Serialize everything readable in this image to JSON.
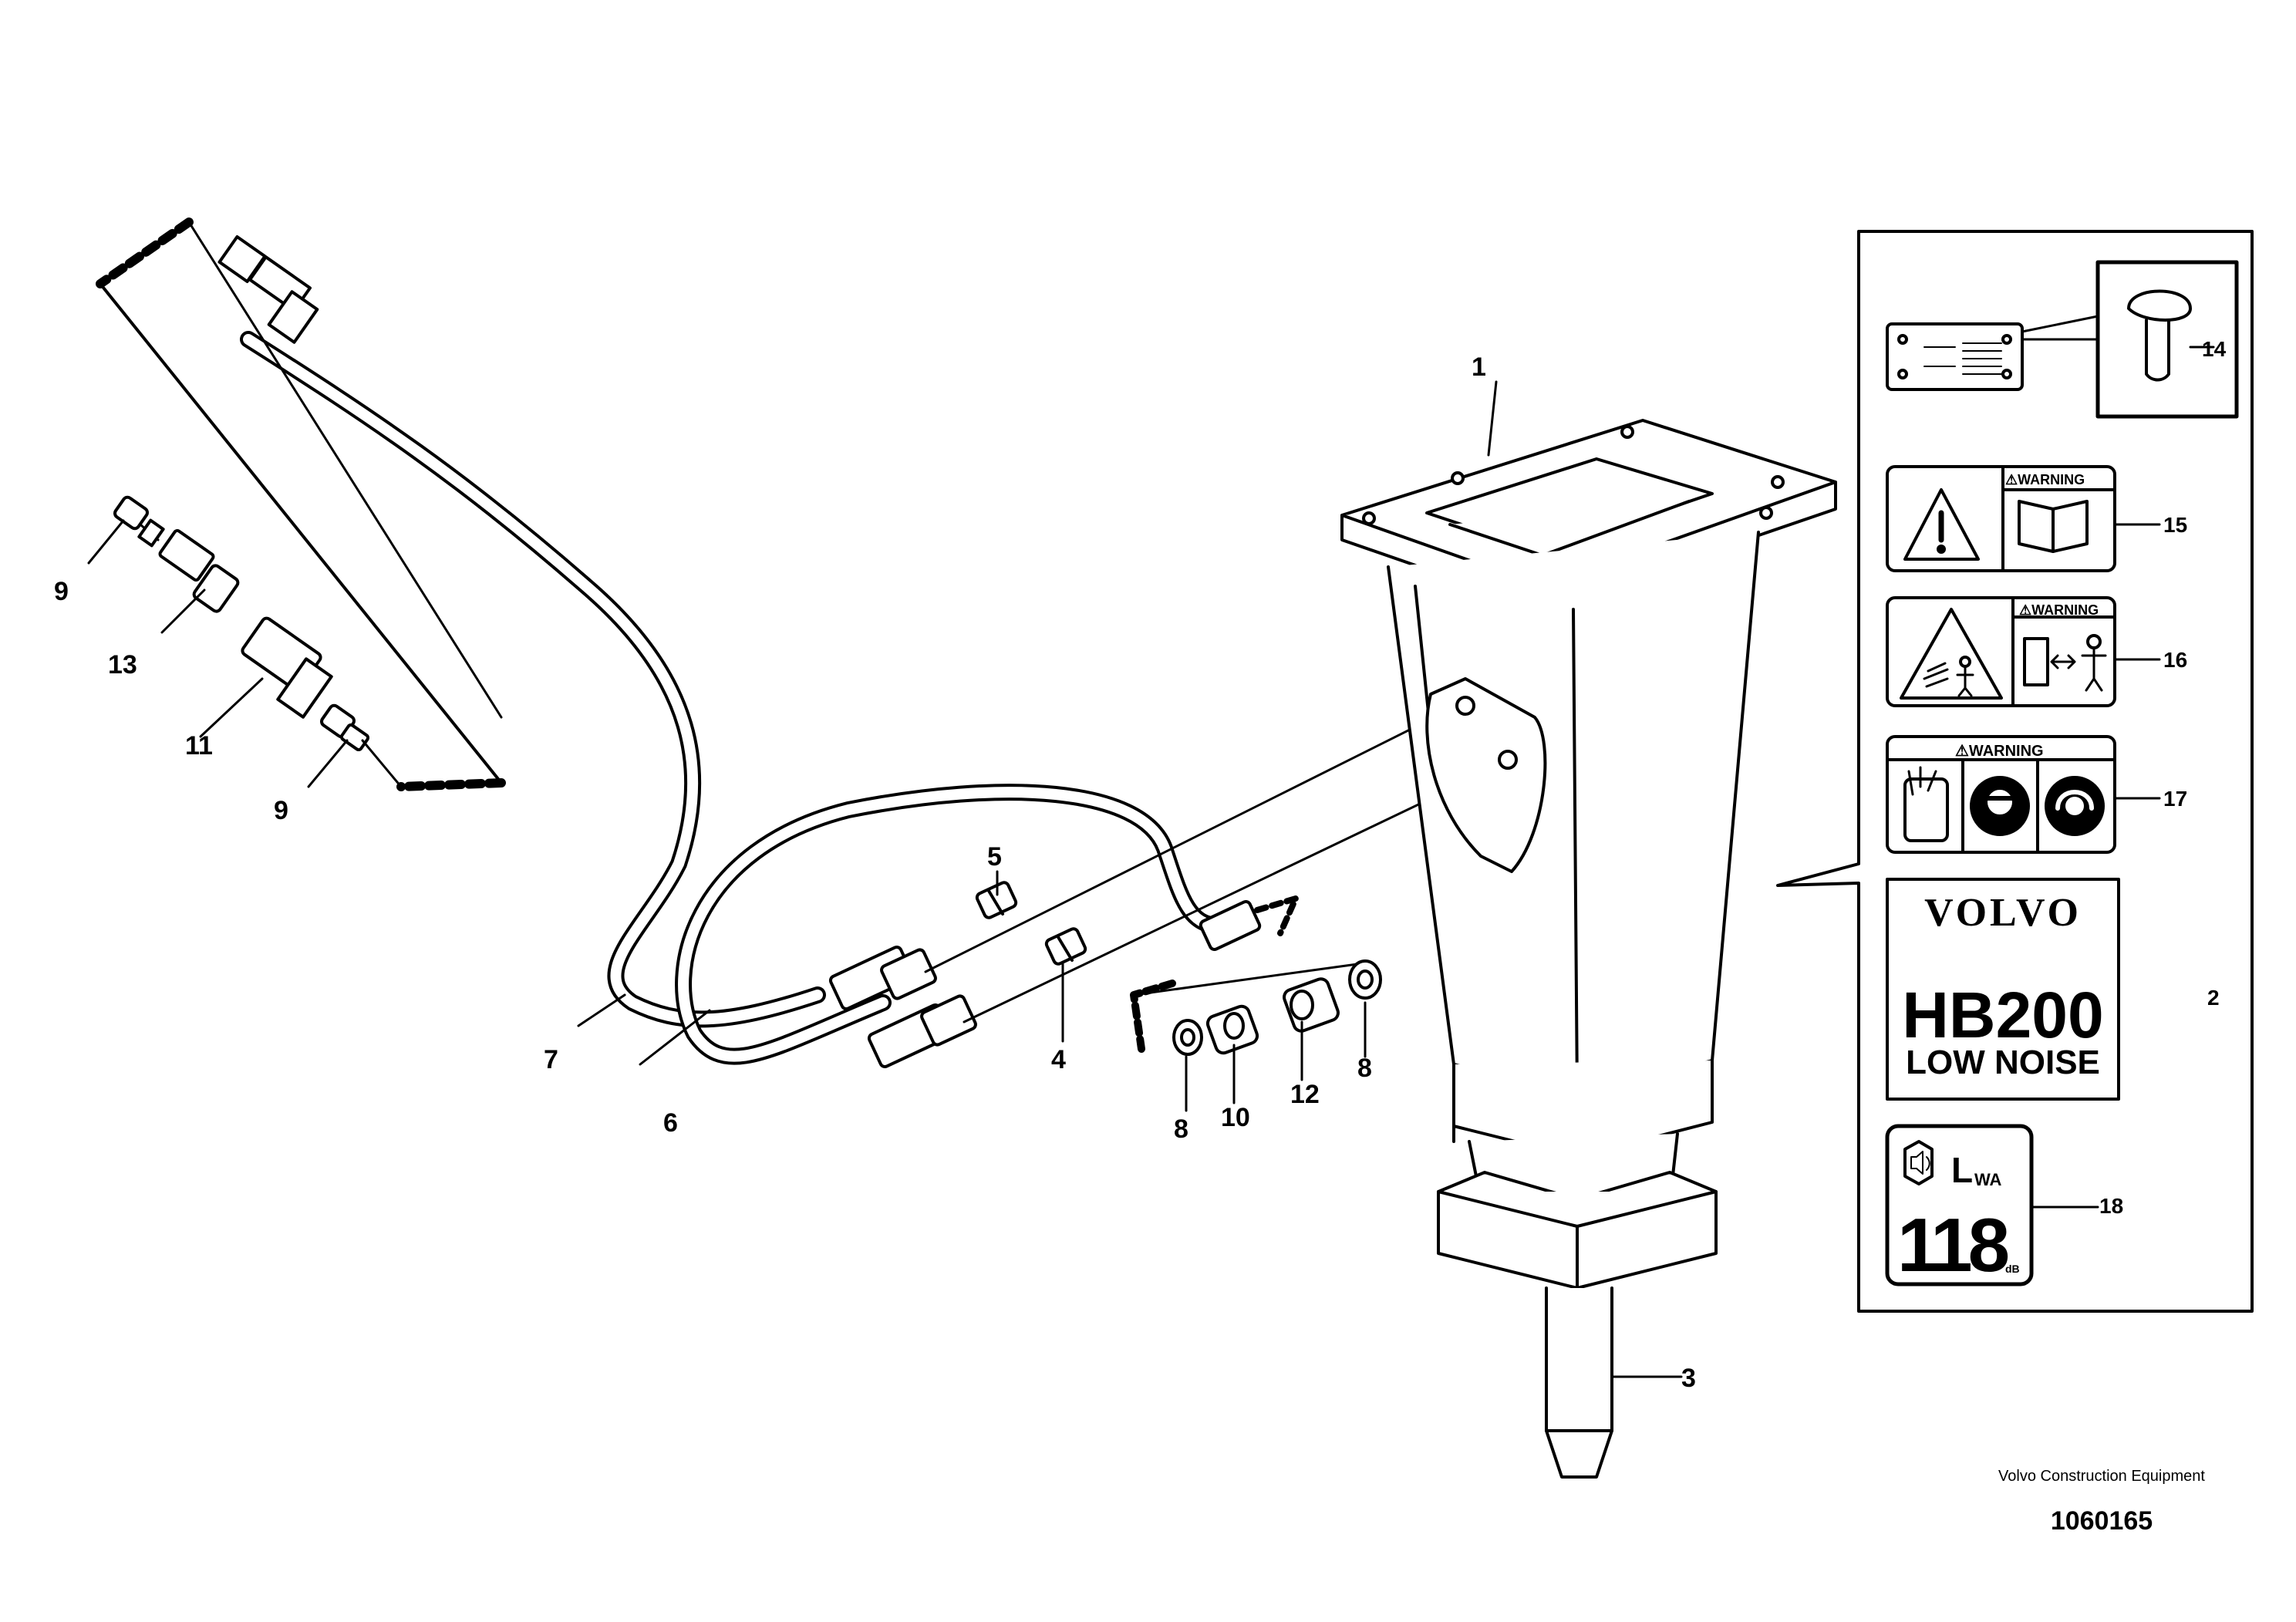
{
  "callouts": {
    "c1": "1",
    "c2": "2",
    "c3": "3",
    "c4": "4",
    "c5": "5",
    "c6": "6",
    "c7": "7",
    "c8a": "8",
    "c8b": "8",
    "c9a": "9",
    "c9b": "9",
    "c10": "10",
    "c11": "11",
    "c12": "12",
    "c13": "13",
    "c14": "14",
    "c15": "15",
    "c16": "16",
    "c17": "17",
    "c18": "18"
  },
  "decals": {
    "warning": "⚠WARNING",
    "brand": "VOLVO",
    "model": "HB200",
    "variant": "LOW NOISE",
    "sound_symbol": "L",
    "sound_sub": "WA",
    "sound_value": "118",
    "sound_unit": "dB"
  },
  "footer": {
    "maker": "Volvo Construction Equipment",
    "number": "1060165"
  }
}
